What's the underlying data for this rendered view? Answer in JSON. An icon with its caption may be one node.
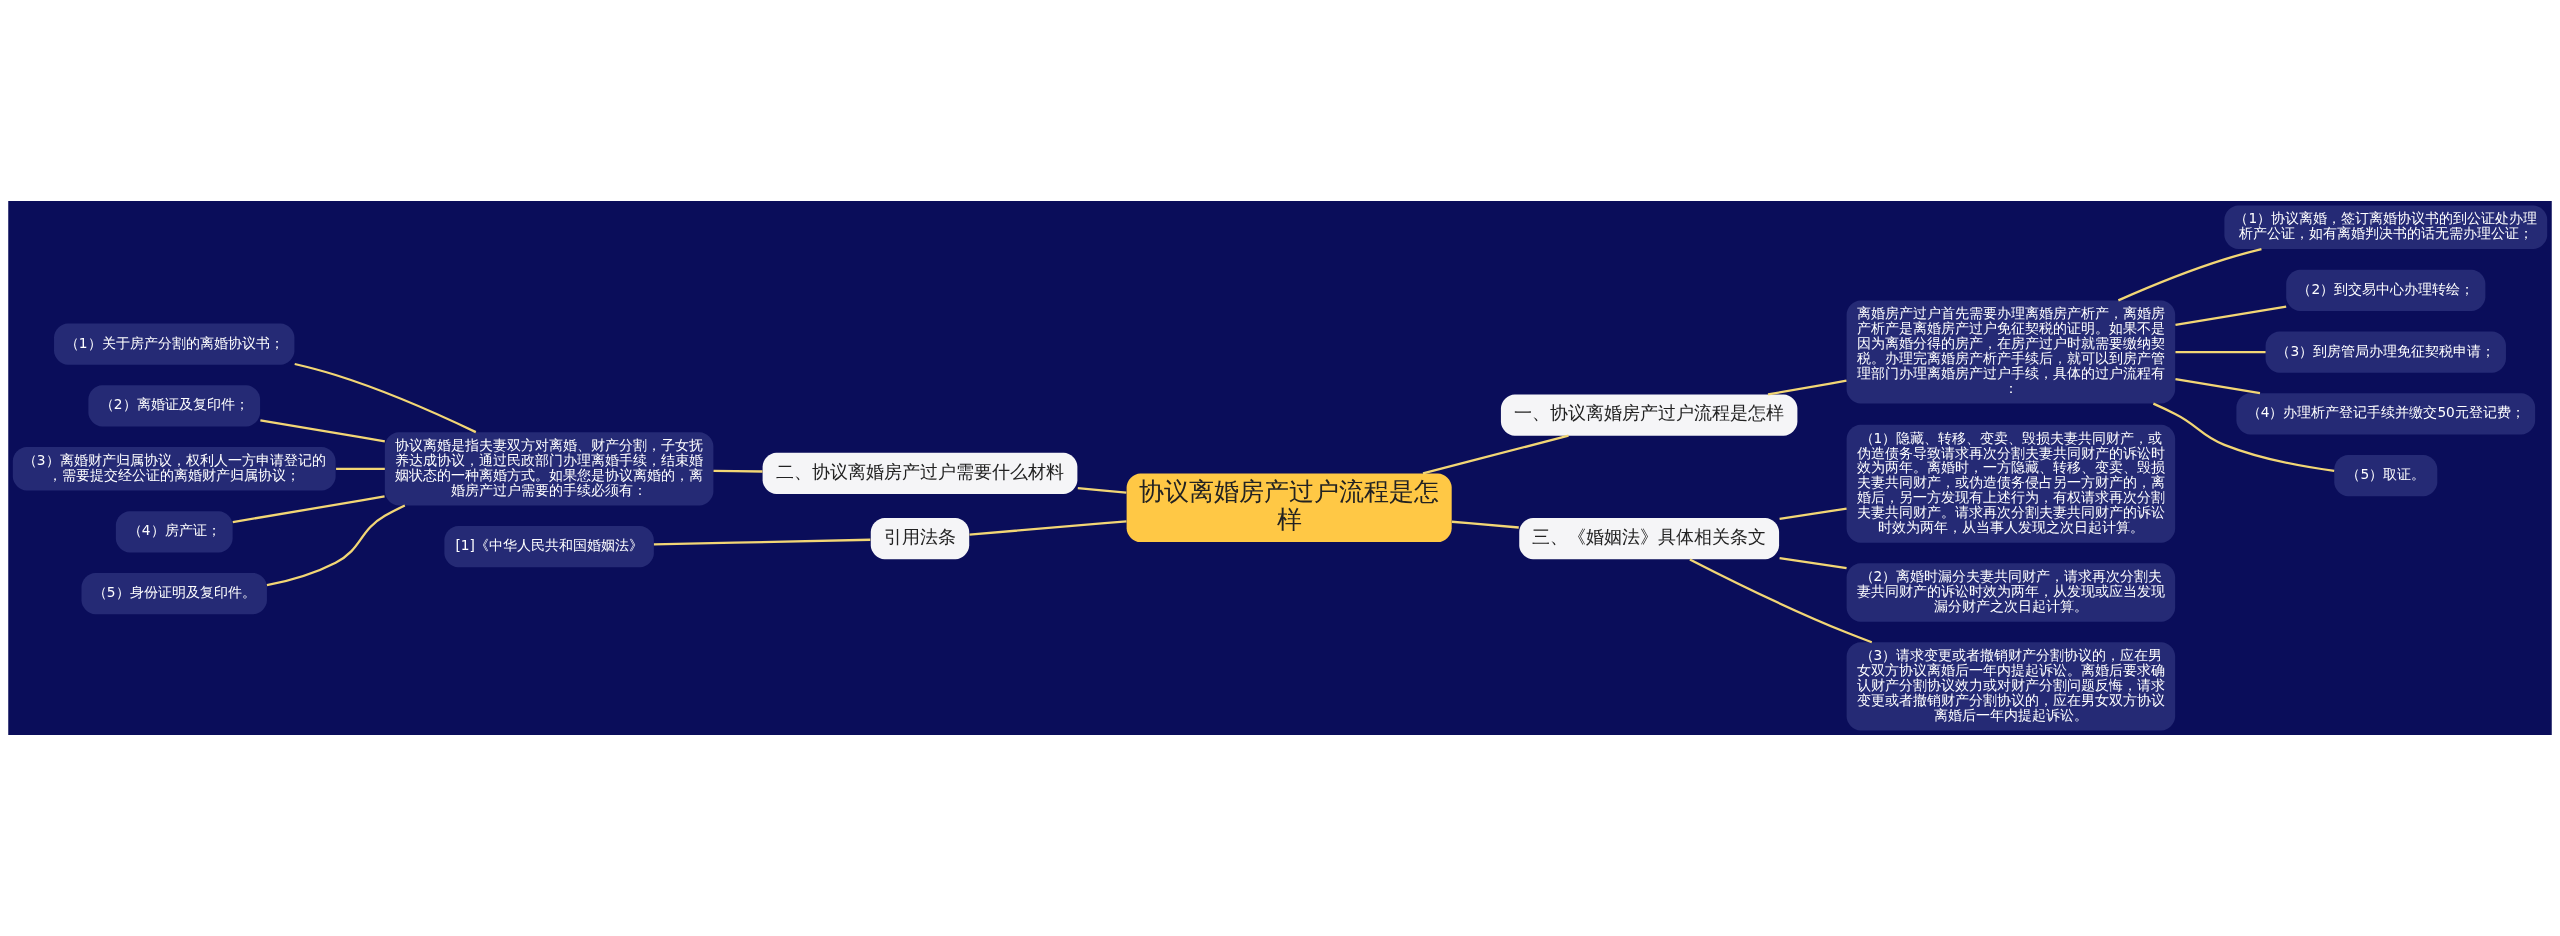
{
  "diagram": {
    "nodes": [
      {
        "text": [
          "协议离婚房产过户流程是怎样"
        ]
      },
      {
        "text": [
          "一、协议离婚房产过户流程是怎样"
        ]
      },
      {
        "text": [
          "离婚房产过户首先需要办理离婚房产析产，离婚房产析产是离婚房产过户免征契税的证明。如果不是因为离婚分得的房产，在房产过户时就需要缴纳契税。办理完离婚房产析产手续后，就可以到房产管理部门办理离婚房产过户手续，具体的过户流程有："
        ]
      },
      {
        "text": [
          "（1）协议离婚，签订离婚协议书的到公证处办理析产公证，如有离婚判决书的话无需办理公证；"
        ]
      },
      {
        "text": [
          "（2）到交易中心办理转绘；"
        ]
      },
      {
        "text": [
          "（3）到房管局办理免征契税申请；"
        ]
      },
      {
        "text": [
          "（4）办理析产登记手续并缴交50元登记费；"
        ]
      },
      {
        "text": [
          "（5）取证。"
        ]
      },
      {
        "text": [
          "三、《婚姻法》具体相关条文"
        ]
      },
      {
        "text": [
          "（1）隐藏、转移、变卖、毁损夫妻共同财产，或伪造债务导致请求再次分割夫妻共同财产的诉讼时效为两年。离婚时，一方隐藏、转移、变卖、毁损夫妻共同财产，或伪造债务侵占另一方财产的，离婚后，另一方发现有上述行为，有权请求再次分割夫妻共同财产。请求再次分割夫妻共同财产的诉讼时效为两年，从当事人发现之次日起计算。"
        ]
      },
      {
        "text": [
          "（2）离婚时漏分夫妻共同财产，请求再次分割夫妻共同财产的诉讼时效为两年，从发现或应当发现漏分财产之次日起计算。"
        ]
      },
      {
        "text": [
          "（3）请求变更或者撤销财产分割协议的，应在男女双方协议离婚后一年内提起诉讼。离婚后要求确认财产分割协议效力或对财产分割问题反悔，请求变更或者撤销财产分割协议的，应在男女双方协议离婚后一年内提起诉讼。"
        ]
      },
      {
        "text": [
          "二、协议离婚房产过户需要什么材料"
        ]
      },
      {
        "text": [
          "协议离婚是指夫妻双方对离婚、财产分割，子女抚养达成协议，通过民政部门办理离婚手续，结束婚姻状态的一种离婚方式。如果您是协议离婚的，离婚房产过户需要的手续必须有："
        ]
      },
      {
        "text": [
          "（1）关于房产分割的离婚协议书；"
        ]
      },
      {
        "text": [
          "（2）离婚证及复印件；"
        ]
      },
      {
        "text": [
          "（3）离婚财产归属协议，权利人一方申请登记的，需要提交经公证的离婚财产归属协议；"
        ]
      },
      {
        "text": [
          "（4）房产证；"
        ]
      },
      {
        "text": [
          "（5）身份证明及复印件。"
        ]
      },
      {
        "text": [
          "引用法条"
        ]
      },
      {
        "text": [
          "[1]《中华人民共和国婚姻法》"
        ]
      }
    ],
    "edges": [
      {
        "from": 0,
        "to": 1,
        "arrow": "none"
      },
      {
        "from": 1,
        "to": 2,
        "arrow": "none"
      },
      {
        "from": 2,
        "to": 3,
        "arrow": "none"
      },
      {
        "from": 2,
        "to": 4,
        "arrow": "none"
      },
      {
        "from": 2,
        "to": 5,
        "arrow": "none"
      },
      {
        "from": 2,
        "to": 6,
        "arrow": "none"
      },
      {
        "from": 2,
        "to": 7,
        "arrow": "none"
      },
      {
        "from": 0,
        "to": 8,
        "arrow": "none"
      },
      {
        "from": 8,
        "to": 9,
        "arrow": "none"
      },
      {
        "from": 8,
        "to": 10,
        "arrow": "none"
      },
      {
        "from": 8,
        "to": 11,
        "arrow": "none"
      },
      {
        "from": 0,
        "to": 12,
        "arrow": "none"
      },
      {
        "from": 12,
        "to": 13,
        "arrow": "none"
      },
      {
        "from": 13,
        "to": 14,
        "arrow": "none"
      },
      {
        "from": 13,
        "to": 15,
        "arrow": "none"
      },
      {
        "from": 13,
        "to": 16,
        "arrow": "none"
      },
      {
        "from": 13,
        "to": 17,
        "arrow": "none"
      },
      {
        "from": 13,
        "to": 18,
        "arrow": "none"
      },
      {
        "from": 0,
        "to": 19,
        "arrow": "none"
      },
      {
        "from": 19,
        "to": 20,
        "arrow": "none"
      }
    ]
  }
}
